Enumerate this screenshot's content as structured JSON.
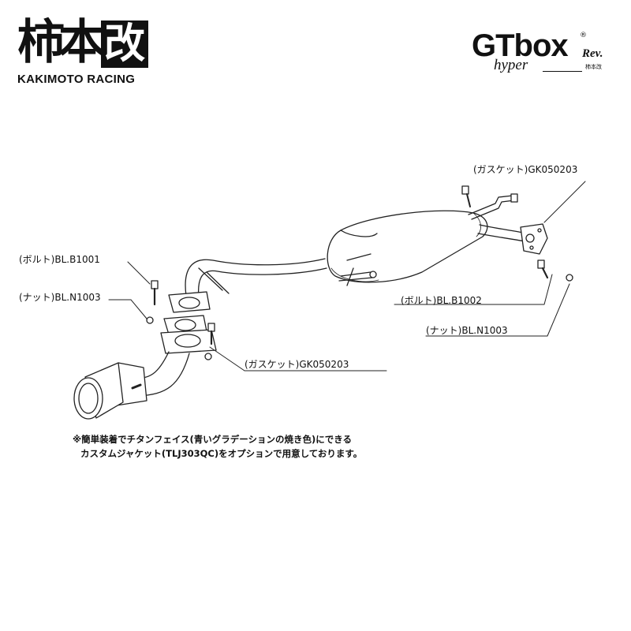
{
  "brand": {
    "kanji_1": "柿",
    "kanji_2": "本",
    "kanji_3": "改",
    "name": "KAKIMOTO RACING"
  },
  "product": {
    "logo_main": "GTbox",
    "logo_registered": "®",
    "logo_script": "hyper",
    "logo_rev": "Rev.",
    "logo_small": "柿本改"
  },
  "labels": {
    "gasket_rear": "(ガスケット)GK050203",
    "bolt_front": "(ボルト)BL.B1001",
    "nut_front": "(ナット)BL.N1003",
    "bolt_rear": "(ボルト)BL.B1002",
    "nut_rear": "(ナット)BL.N1003",
    "gasket_front": "(ガスケット)GK050203"
  },
  "note": {
    "line1": "※簡単装着でチタンフェイス(青いグラデーションの焼き色)にできる",
    "line2": "カスタムジャケット(TLJ303QC)をオプションで用意しております。"
  }
}
